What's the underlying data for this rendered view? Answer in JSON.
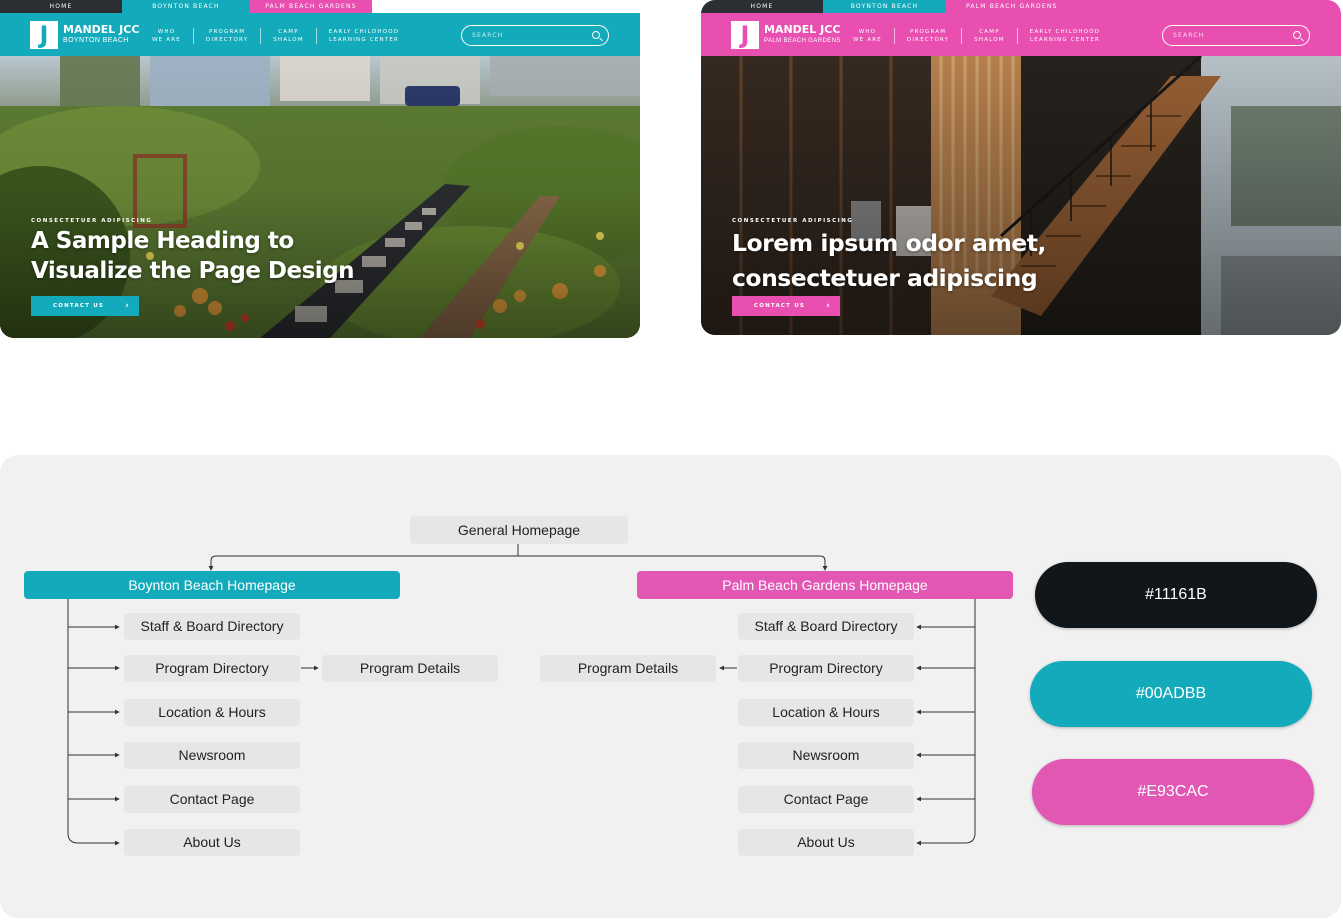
{
  "colors": {
    "dark": "#11161B",
    "teal": "#00ADBB",
    "pink": "#E93CAC"
  },
  "mockups": {
    "boynton": {
      "tabs": [
        "HOME",
        "BOYNTON BEACH",
        "PALM BEACH GARDENS"
      ],
      "logo_title": "MANDEL JCC",
      "logo_sub": "BOYNTON BEACH",
      "nav": [
        {
          "line1": "WHO",
          "line2": "WE ARE"
        },
        {
          "line1": "PROGRAM",
          "line2": "DIRECTORY"
        },
        {
          "line1": "CAMP",
          "line2": "SHALOM"
        },
        {
          "line1": "EARLY CHILDHOOD",
          "line2": "LEARNING CENTER"
        }
      ],
      "search_placeholder": "SEARCH",
      "eyebrow": "CONSECTETUER ADIPISCING",
      "heading_line1": "A Sample Heading to",
      "heading_line2": "Visualize the Page Design",
      "cta": "CONTACT US"
    },
    "palm": {
      "tabs": [
        "HOME",
        "BOYNTON BEACH",
        "PALM BEACH GARDENS"
      ],
      "logo_title": "MANDEL JCC",
      "logo_sub": "PALM BEACH GARDENS",
      "nav": [
        {
          "line1": "WHO",
          "line2": "WE ARE"
        },
        {
          "line1": "PROGRAM",
          "line2": "DIRECTORY"
        },
        {
          "line1": "CAMP",
          "line2": "SHALOM"
        },
        {
          "line1": "EARLY CHILDHOOD",
          "line2": "LEARNING CENTER"
        }
      ],
      "search_placeholder": "SEARCH",
      "eyebrow": "CONSECTETUER ADIPISCING",
      "heading_line1": "Lorem ipsum odor amet,",
      "heading_line2": "consectetuer adipiscing",
      "cta": "CONTACT US"
    }
  },
  "sitemap": {
    "root": "General Homepage",
    "left_home": "Boynton Beach Homepage",
    "right_home": "Palm Beach Gardens Homepage",
    "pages": [
      "Staff & Board Directory",
      "Program Directory",
      "Location & Hours",
      "Newsroom",
      "Contact Page",
      "About Us"
    ],
    "program_details": "Program Details"
  },
  "swatches": [
    "#11161B",
    "#00ADBB",
    "#E93CAC"
  ]
}
